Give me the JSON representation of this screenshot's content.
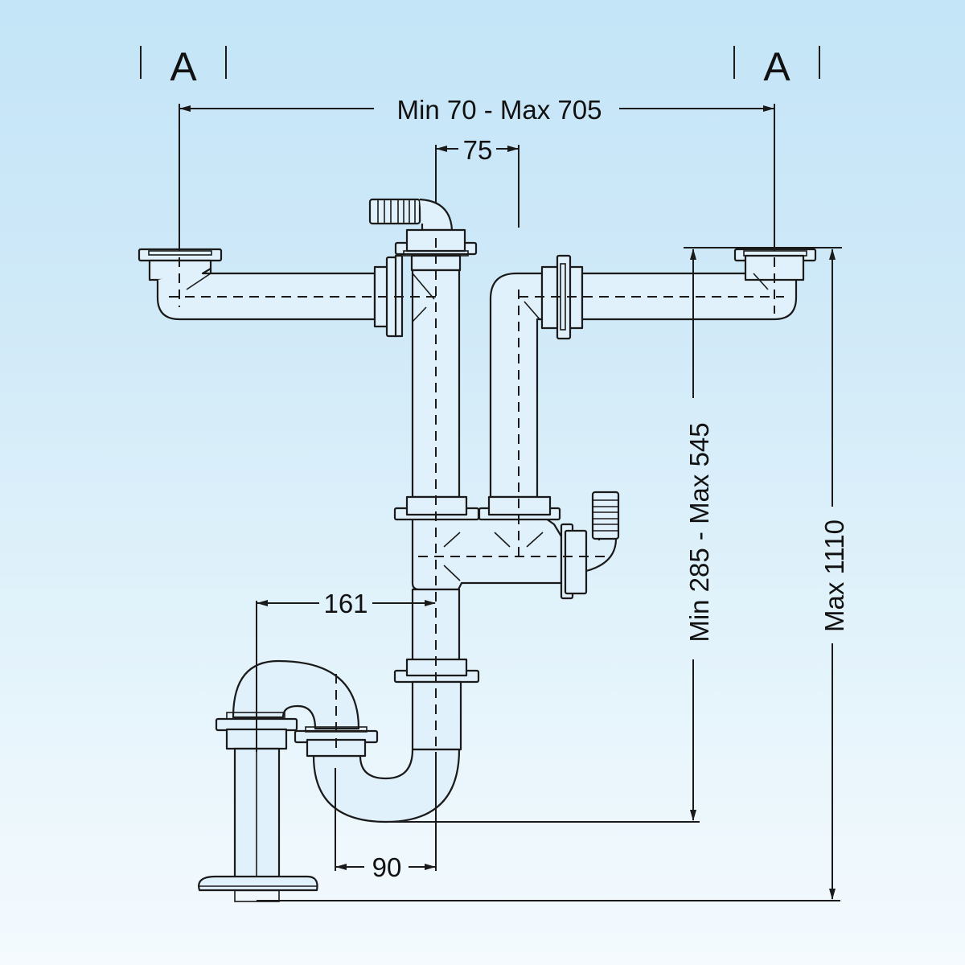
{
  "drawing": {
    "title": "Double sink siphon technical drawing",
    "section_marks": {
      "left": "A",
      "right": "A"
    },
    "dimensions": {
      "overall_width": "Min 70 - Max 705",
      "outlet_offset": "75",
      "trap_offset": "161",
      "trap_width": "90",
      "adjustable_height": "Min 285 - Max 545",
      "max_height": "Max 1110"
    },
    "colors": {
      "background_top": "#c3e5f7",
      "background_bottom": "#f4fafe",
      "line": "#1a1a1a"
    }
  }
}
